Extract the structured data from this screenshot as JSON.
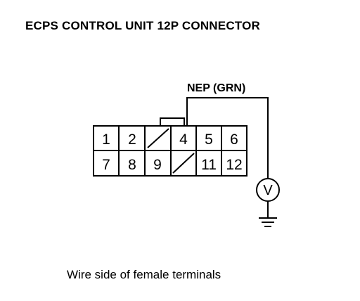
{
  "title": "ECPS CONTROL UNIT 12P CONNECTOR",
  "wire_label": "NEP (GRN)",
  "caption": "Wire side of female terminals",
  "connector": {
    "row1": [
      "1",
      "2",
      "",
      "4",
      "5",
      "6"
    ],
    "row2": [
      "7",
      "8",
      "9",
      "",
      "11",
      "12"
    ]
  },
  "meter_symbol": "V",
  "icons": {
    "voltmeter": "voltmeter-icon",
    "ground": "ground-icon"
  },
  "colors": {
    "line": "#000000",
    "background": "#ffffff"
  }
}
